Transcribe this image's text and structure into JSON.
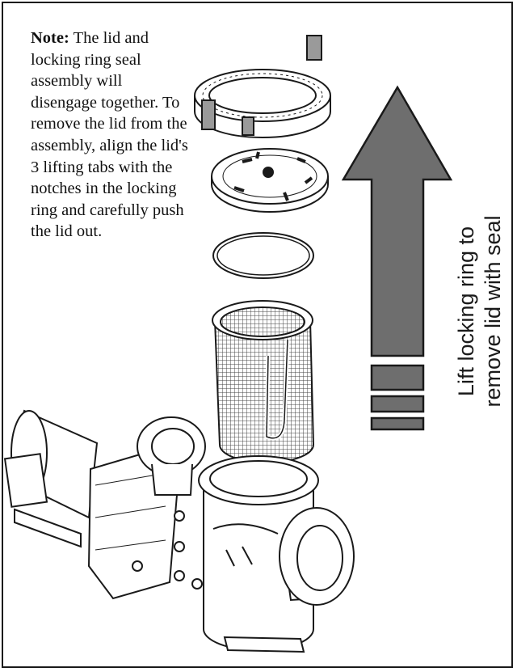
{
  "note": {
    "heading": "Note:",
    "body": "The lid and locking ring seal assembly will disengage together.  To remove the lid from the assembly,  align the lid's 3 lifting tabs with the notches in the locking ring and carefully push the lid out."
  },
  "arrow_caption": {
    "line1": "Lift locking ring to",
    "line2": "remove lid with seal"
  },
  "colors": {
    "arrow_fill": "#6e6e6e",
    "outline": "#1a1a1a"
  },
  "parts": {
    "locking_ring": "locking-ring-icon",
    "lid": "lid-icon",
    "seal": "o-ring-seal-icon",
    "basket": "strainer-basket-icon",
    "pump": "pump-housing-icon"
  }
}
